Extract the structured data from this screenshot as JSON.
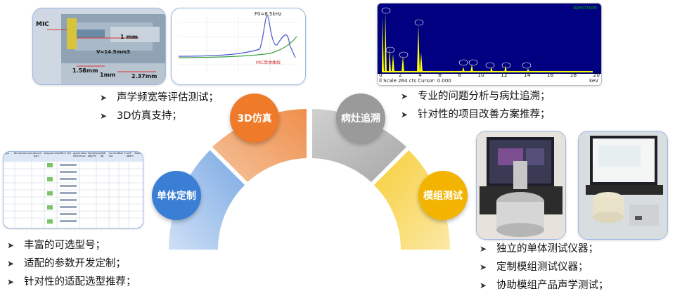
{
  "stages": [
    {
      "id": "unit",
      "label": "单体定制",
      "color": "#3a7fd5"
    },
    {
      "id": "sim",
      "label": "3D仿真",
      "color": "#ee7a2a"
    },
    {
      "id": "diag",
      "label": "病灶追溯",
      "color": "#9e9e9e"
    },
    {
      "id": "test",
      "label": "模组测试",
      "color": "#f5b800"
    }
  ],
  "bullets": {
    "top_left": [
      "声学频宽等评估测试；",
      "3D仿真支持；"
    ],
    "top_right": [
      "专业的问题分析与病灶追溯；",
      "针对性的项目改善方案推荐；"
    ],
    "bottom_left": [
      "丰富的可选型号；",
      "适配的参数开发定制；",
      "针对性的适配选型推荐；"
    ],
    "bottom_right": [
      "独立的单体测试仪器；",
      "定制模组测试仪器；",
      "协助模组产品声学测试；"
    ]
  },
  "cad": {
    "mic_label": "MIC",
    "dim_1mm": "1 mm",
    "dim_158": "1.58mm",
    "dim_1mm_b": "1mm",
    "dim_237": "2.37mm",
    "vol": "V=14.5mm3"
  },
  "freq_chart": {
    "annotation": "F0=8.5kHz",
    "legend": "MIC单体曲线"
  },
  "spectrum": {
    "title": "Spectrum",
    "footer": "ll Scale 264 cts Cursor: 0.000",
    "unit": "keV",
    "ticks": [
      "0",
      "2",
      "4",
      "6",
      "8",
      "10",
      "12",
      "14",
      "16",
      "18",
      "20"
    ]
  },
  "table": {
    "headers": [
      "Type",
      "Dimension(mm)",
      "Sound port",
      "Diagram",
      "Coil/Mem P/N",
      "Application Reference",
      "Sensitivity dBV/Pa",
      "SNR dB",
      "Current mA",
      "Bias V",
      "AOP dBSPL",
      "Status"
    ]
  }
}
